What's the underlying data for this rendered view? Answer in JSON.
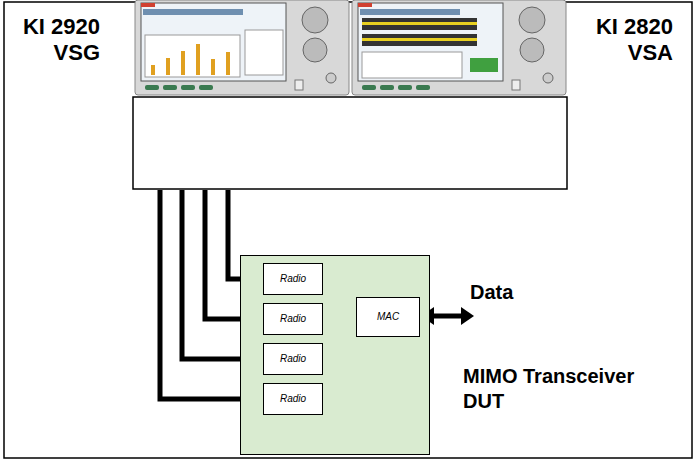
{
  "diagram": {
    "nodes": [
      {
        "text": [
          "KI 2920 VSG",
          "KI 2820 VSA"
        ]
      },
      {
        "text": [
          "MIMO Transceiver DUT"
        ]
      },
      {
        "text": [
          "Radio"
        ],
        "in": 1
      },
      {
        "text": [
          "Radio"
        ],
        "in": 1
      },
      {
        "text": [
          "Radio"
        ],
        "in": 1
      },
      {
        "text": [
          "Radio"
        ],
        "in": 1
      },
      {
        "text": [
          "MAC"
        ],
        "in": 1
      }
    ],
    "edges": [
      {
        "from": 0,
        "to": 2,
        "arrow": "none"
      },
      {
        "from": 0,
        "to": 3,
        "arrow": "none"
      },
      {
        "from": 0,
        "to": 4,
        "arrow": "none"
      },
      {
        "from": 0,
        "to": 5,
        "arrow": "none"
      },
      {
        "from": 2,
        "to": 6,
        "arrow": "none"
      },
      {
        "from": 3,
        "to": 6,
        "arrow": "none"
      },
      {
        "from": 4,
        "to": 6,
        "arrow": "none"
      },
      {
        "from": 5,
        "to": 6,
        "arrow": "none"
      }
    ],
    "labels": [
      "Data"
    ]
  }
}
